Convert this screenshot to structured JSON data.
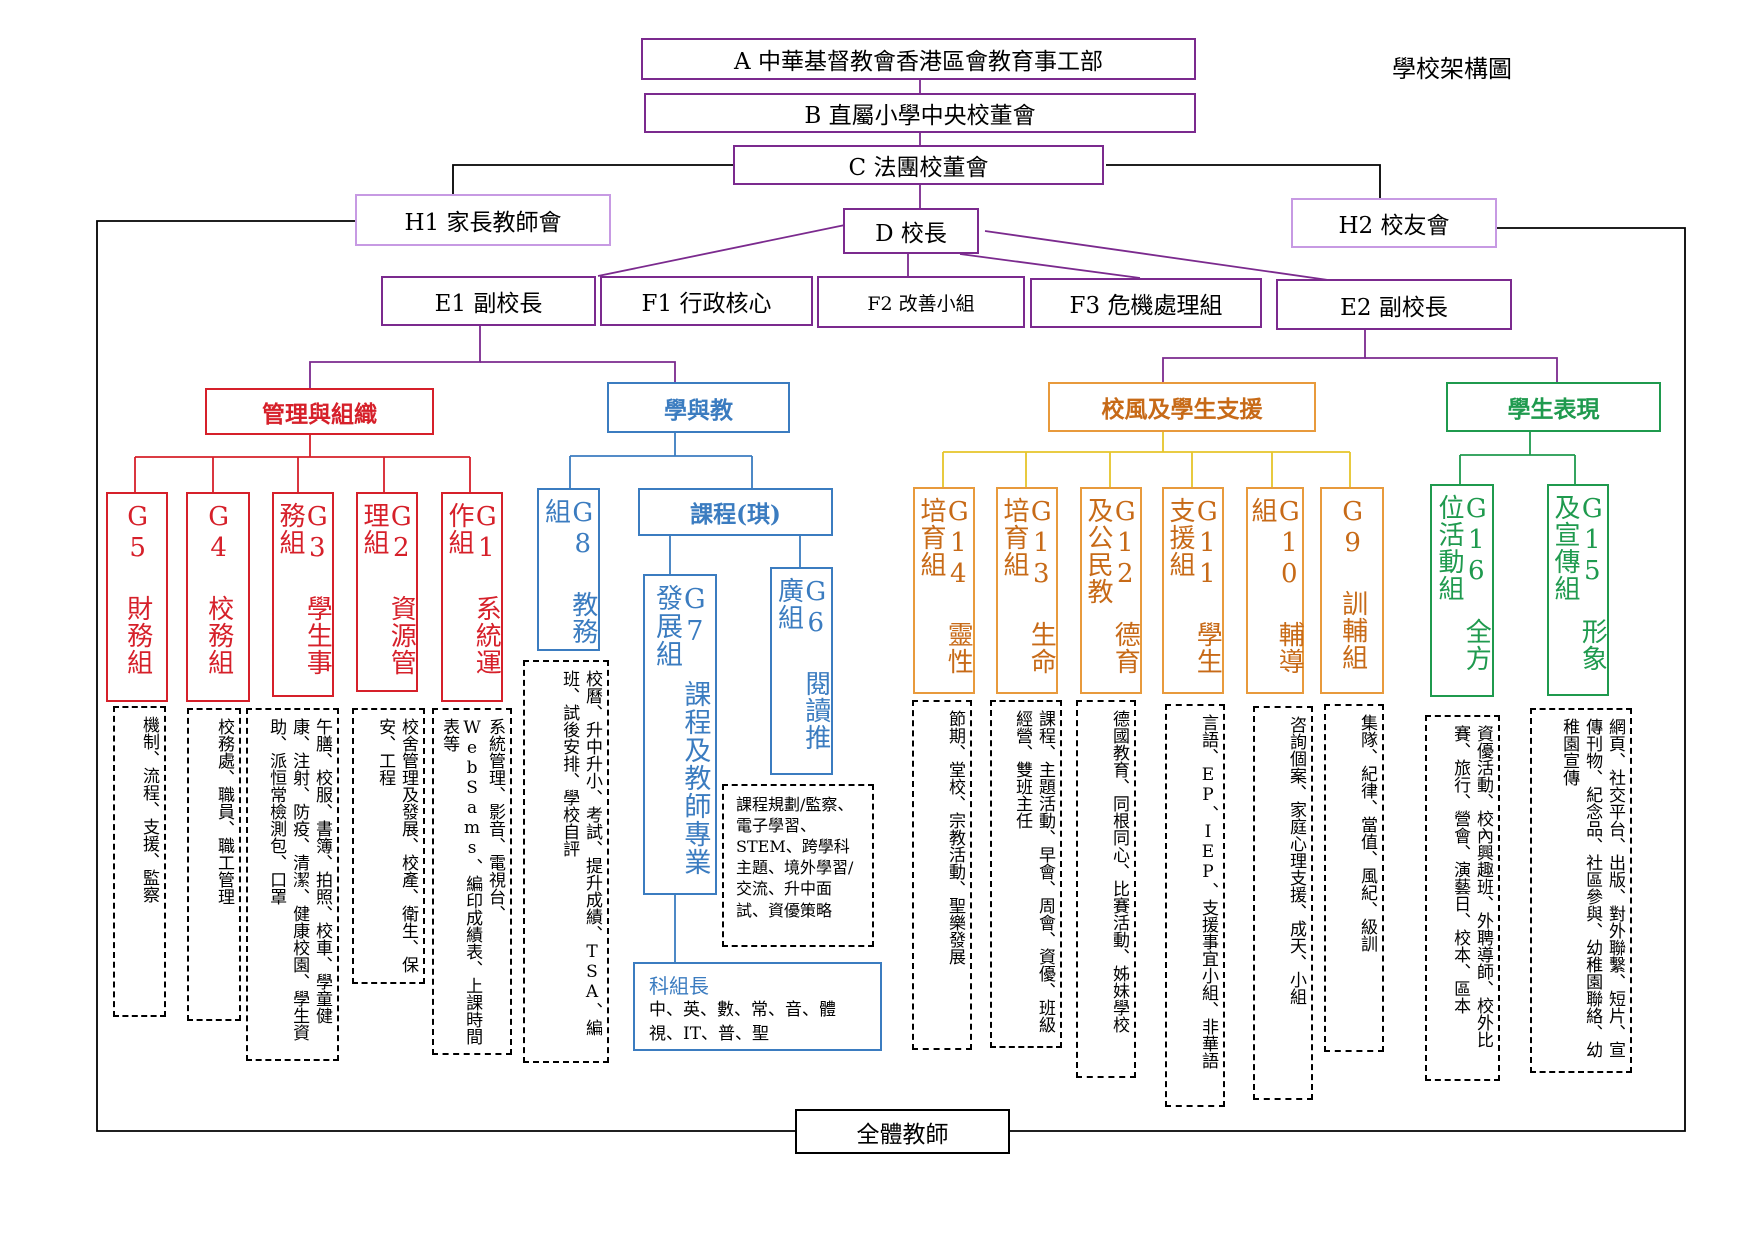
{
  "title": "學校架構圖",
  "colors": {
    "purple_dark": "#7b2a8e",
    "purple_light": "#c79ae3",
    "red": "#d6202a",
    "blue": "#3b7cc0",
    "orange": "#e89a3c",
    "green": "#1f9a4e",
    "black": "#000000"
  },
  "top": {
    "a": "A 中華基督教會香港區會教育事工部",
    "b": "B 直屬小學中央校董會",
    "c": "C  法團校董會",
    "h1": "H1 家長教師會",
    "h2": "H2 校友會",
    "d": "D 校長",
    "e1": "E1 副校長",
    "f1": "F1 行政核心",
    "f2": "F2 改善小組",
    "f3": "F3 危機處理組",
    "e2": "E2 副校長"
  },
  "categories": {
    "mgmt": "管理與組織",
    "learn": "學與教",
    "ethos": "校風及學生支援",
    "perf": "學生表現",
    "curriculum": "課程(琪)"
  },
  "groups": {
    "g5": "G5 財務組",
    "g4": "G4 校務組",
    "g3": "G3 學生事務組",
    "g2": "G2 資源管理組",
    "g1": "G1 系統運作組",
    "g8": "G8 教務組",
    "g7": "G7 課程及教師專業發展組",
    "g6": "G6 閱讀推廣組",
    "g14": "G14 靈性培育組",
    "g13": "G13 生命培育組",
    "g12": "G12 德育及公民教",
    "g11": "G11 學生支援組",
    "g10": "G10 輔導組",
    "g9": "G9 訓輔組",
    "g16": "G16 全方位活動組",
    "g15": "G15 形象及宣傳組"
  },
  "duties": {
    "g5": "機制、流程、支援、監察",
    "g4": "校務處、職員、職工管理",
    "g3": "午膳、校服、書簿、拍照、校車、學童健康、注射、防疫、清潔、健康校園、學生資助、派恒常檢測包、口罩",
    "g2": "校舍管理及發展、校產、衛生、保安、工程",
    "g1": "系統管理、影音、電視台、WebSams、編印成績表、上課時間表等",
    "g8": "校曆、升中升小、考試、提升成績、TSA、編班、試後安排、學校自評",
    "g6": "課程規劃/監察、電子學習、STEM、跨學科主題、境外學習/交流、升中面試、資優策略",
    "g14": "節期、堂校、宗教活動、聖樂發展",
    "g13": "課程、主題活動、早會、周會、資優、班級經營、雙班主任",
    "g12": "德國教育、同根同心、比賽活動、姊妹學校",
    "g11": "言語、EP、IEP、支援事宜小組、非華語",
    "g10": "咨詢個案、家庭心理支援、成天、小組",
    "g9": "集隊、紀律、當值、風紀、級訓",
    "g16": "資優活動、校內興趣班、外聘導師、校外比賽、旅行、營會、演藝日、校本、區本",
    "g15": "網頁、社交平台、出版、對外聯繫、短片、宣傳刊物、紀念品、社區參與、幼稚園聯絡、幼稚園宣傳"
  },
  "subject_heads": {
    "title": "科組長",
    "list": "中、英、數、常、音、體視、IT、普、聖"
  },
  "all_teachers": "全體教師"
}
